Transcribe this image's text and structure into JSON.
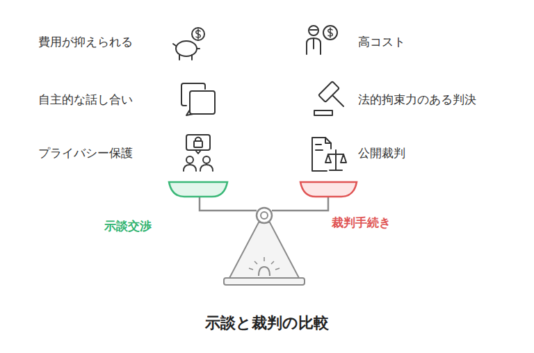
{
  "diagram": {
    "title": "示談と裁判の比較",
    "labels": [
      "費用が抑えられる",
      "高コスト",
      "自主的な話し合い",
      "法的拘束力のある判決",
      "プライバシー保護",
      "公開裁判",
      "示談交渉",
      "裁判手続き"
    ]
  }
}
